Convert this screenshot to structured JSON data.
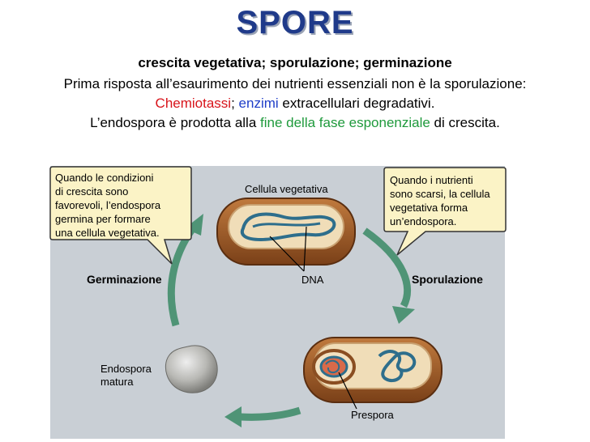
{
  "title": "SPORE",
  "header": {
    "line1": {
      "a": "crescita vegetativa",
      "b": ";  ",
      "c": "sporulazione; germinazione"
    },
    "line2": "Prima risposta all’esaurimento dei nutrienti essenziali non è la sporulazione:",
    "line3": {
      "a": "Chemiotassi",
      "b": "; ",
      "c": "enzimi",
      "d": " extracellulari degradativi."
    },
    "line4": {
      "a": "L’endospora è prodotta alla ",
      "b": "fine della fase esponenziale",
      "c": " di crescita."
    }
  },
  "diagram": {
    "bubble_left": [
      "Quando le condizioni",
      "di crescita sono",
      "favorevoli, l’endospora",
      "germina per formare",
      "una cellula vegetativa."
    ],
    "bubble_right": [
      "Quando i nutrienti",
      "sono scarsi, la cellula",
      "vegetativa forma",
      "un’endospora."
    ],
    "label_cell": "Cellula vegetativa",
    "label_dna": "DNA",
    "label_germ": "Germinazione",
    "label_sporul": "Sporulazione",
    "label_endospore": [
      "Endospora",
      "matura"
    ],
    "label_prespore": "Prespora",
    "colors": {
      "panel": "#c9cfd5",
      "cell_outer": "#8a4e22",
      "cell_inner": "#f0ddb8",
      "dna": "#2e6e8c",
      "arrow": "#4f9476",
      "bubble": "#fbf3c6"
    }
  }
}
